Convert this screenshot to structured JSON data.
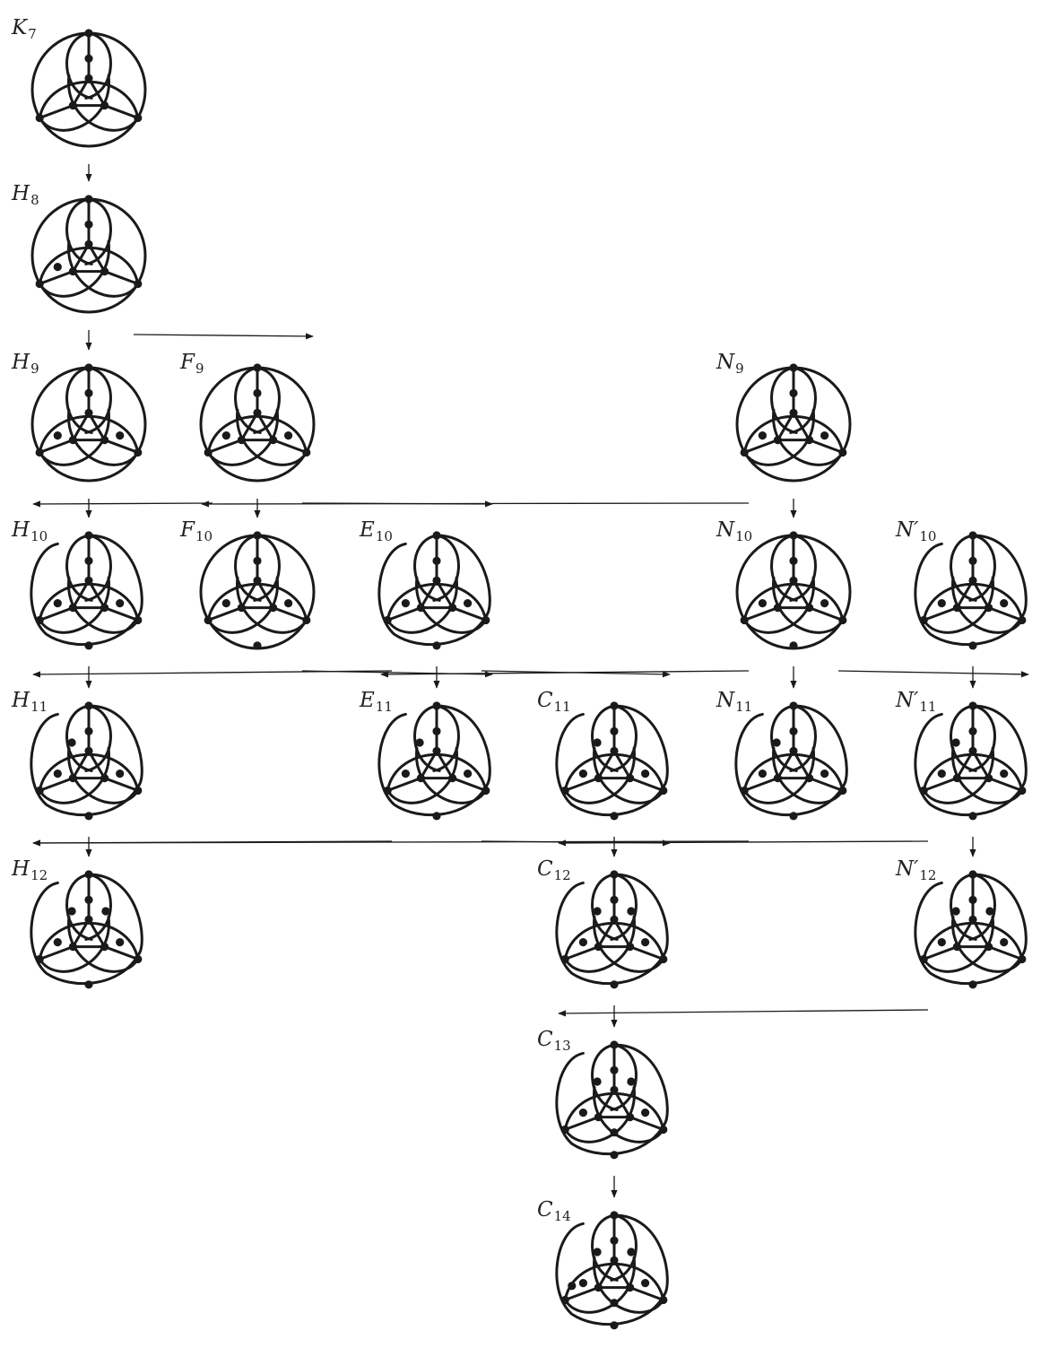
{
  "graphs": [
    {
      "id": "K7",
      "letter": "K",
      "prime": "",
      "index": "7",
      "nodes": 7
    },
    {
      "id": "H8",
      "letter": "H",
      "prime": "",
      "index": "8",
      "nodes": 8
    },
    {
      "id": "H9",
      "letter": "H",
      "prime": "",
      "index": "9",
      "nodes": 9
    },
    {
      "id": "F9",
      "letter": "F",
      "prime": "",
      "index": "9",
      "nodes": 9
    },
    {
      "id": "N9",
      "letter": "N",
      "prime": "",
      "index": "9",
      "nodes": 9
    },
    {
      "id": "H10",
      "letter": "H",
      "prime": "",
      "index": "10",
      "nodes": 10
    },
    {
      "id": "F10",
      "letter": "F",
      "prime": "",
      "index": "10",
      "nodes": 10
    },
    {
      "id": "E10",
      "letter": "E",
      "prime": "",
      "index": "10",
      "nodes": 10
    },
    {
      "id": "N10",
      "letter": "N",
      "prime": "",
      "index": "10",
      "nodes": 10
    },
    {
      "id": "N10p",
      "letter": "N",
      "prime": "′",
      "index": "10",
      "nodes": 10
    },
    {
      "id": "H11",
      "letter": "H",
      "prime": "",
      "index": "11",
      "nodes": 11
    },
    {
      "id": "E11",
      "letter": "E",
      "prime": "",
      "index": "11",
      "nodes": 11
    },
    {
      "id": "C11",
      "letter": "C",
      "prime": "",
      "index": "11",
      "nodes": 11
    },
    {
      "id": "N11",
      "letter": "N",
      "prime": "",
      "index": "11",
      "nodes": 11
    },
    {
      "id": "N11p",
      "letter": "N",
      "prime": "′",
      "index": "11",
      "nodes": 11
    },
    {
      "id": "H12",
      "letter": "H",
      "prime": "",
      "index": "12",
      "nodes": 12
    },
    {
      "id": "C12",
      "letter": "C",
      "prime": "",
      "index": "12",
      "nodes": 12
    },
    {
      "id": "N12p",
      "letter": "N",
      "prime": "′",
      "index": "12",
      "nodes": 12
    },
    {
      "id": "C13",
      "letter": "C",
      "prime": "",
      "index": "13",
      "nodes": 13
    },
    {
      "id": "C14",
      "letter": "C",
      "prime": "",
      "index": "14",
      "nodes": 14
    }
  ],
  "arrows": [
    {
      "from": "K7",
      "to": "H8"
    },
    {
      "from": "H8",
      "to": "H9"
    },
    {
      "from": "H8",
      "to": "F9"
    },
    {
      "from": "H9",
      "to": "H10"
    },
    {
      "from": "F9",
      "to": "H10"
    },
    {
      "from": "F9",
      "to": "F10"
    },
    {
      "from": "F9",
      "to": "E10"
    },
    {
      "from": "N9",
      "to": "F10"
    },
    {
      "from": "N9",
      "to": "N10"
    },
    {
      "from": "H10",
      "to": "H11"
    },
    {
      "from": "F10",
      "to": "E11"
    },
    {
      "from": "E10",
      "to": "H11"
    },
    {
      "from": "E10",
      "to": "E11"
    },
    {
      "from": "E10",
      "to": "C11"
    },
    {
      "from": "N10",
      "to": "E11"
    },
    {
      "from": "N10",
      "to": "N11"
    },
    {
      "from": "N10",
      "to": "N11p"
    },
    {
      "from": "N10p",
      "to": "N11p"
    },
    {
      "from": "H11",
      "to": "H12"
    },
    {
      "from": "E11",
      "to": "H12"
    },
    {
      "from": "N11",
      "to": "H12"
    },
    {
      "from": "E11",
      "to": "C12"
    },
    {
      "from": "C11",
      "to": "C12"
    },
    {
      "from": "N11p",
      "to": "C12"
    },
    {
      "from": "N11p",
      "to": "N12p"
    },
    {
      "from": "C12",
      "to": "C13"
    },
    {
      "from": "N12p",
      "to": "C13"
    },
    {
      "from": "C13",
      "to": "C14"
    }
  ]
}
